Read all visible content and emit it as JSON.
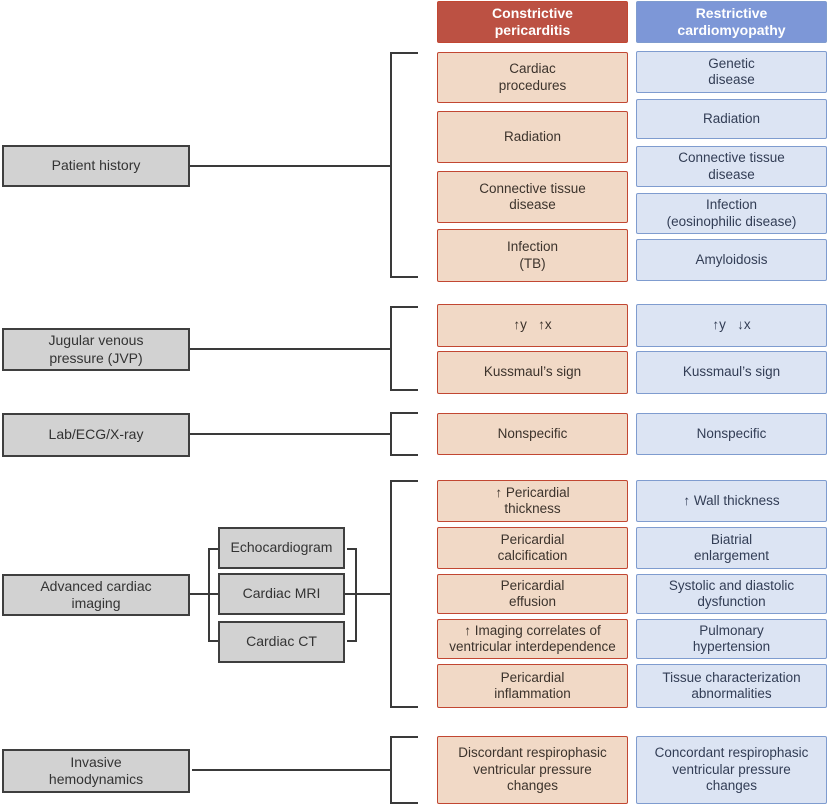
{
  "colors": {
    "header_red": "#bc5143",
    "header_blue": "#7d97d7",
    "red_fill": "#f1d9c6",
    "red_border": "#c24732",
    "red_text": "#3c332c",
    "blue_fill": "#dce4f3",
    "blue_border": "#7f9ccf",
    "blue_text": "#323d55",
    "gray_fill": "#d2d2d2",
    "gray_border": "#3f3f3f",
    "gray_text": "#333333",
    "line": "#3a3a3a"
  },
  "columns": {
    "left_header": "Constrictive\npericarditis",
    "right_header": "Restrictive\ncardiomyopathy"
  },
  "sections": [
    {
      "label": "Patient history",
      "left": [
        "Cardiac\nprocedures",
        "Radiation",
        "Connective tissue\ndisease",
        "Infection\n(TB)"
      ],
      "right": [
        "Genetic\ndisease",
        "Radiation",
        "Connective tissue\ndisease",
        "Infection\n(eosinophilic disease)",
        "Amyloidosis"
      ]
    },
    {
      "label": "Jugular venous\npressure (JVP)",
      "left": [
        "↑y   ↑x",
        "Kussmaul’s sign"
      ],
      "right": [
        "↑y   ↓x",
        "Kussmaul’s sign"
      ]
    },
    {
      "label": "Lab/ECG/X-ray",
      "left": [
        "Nonspecific"
      ],
      "right": [
        "Nonspecific"
      ]
    },
    {
      "label": "Advanced cardiac\nimaging",
      "modalities": [
        "Echocardiogram",
        "Cardiac MRI",
        "Cardiac CT"
      ],
      "left": [
        "↑ Pericardial\nthickness",
        "Pericardial\ncalcification",
        "Pericardial\neffusion",
        "↑ Imaging correlates of\nventricular interdependence",
        "Pericardial\ninflammation"
      ],
      "right": [
        "↑ Wall thickness",
        "Biatrial\nenlargement",
        "Systolic and diastolic\ndysfunction",
        "Pulmonary\nhypertension",
        "Tissue characterization\nabnormalities"
      ]
    },
    {
      "label": "Invasive\nhemodynamics",
      "left": [
        "Discordant respirophasic\nventricular pressure\nchanges"
      ],
      "right": [
        "Concordant respirophasic\nventricular pressure\nchanges"
      ]
    }
  ]
}
